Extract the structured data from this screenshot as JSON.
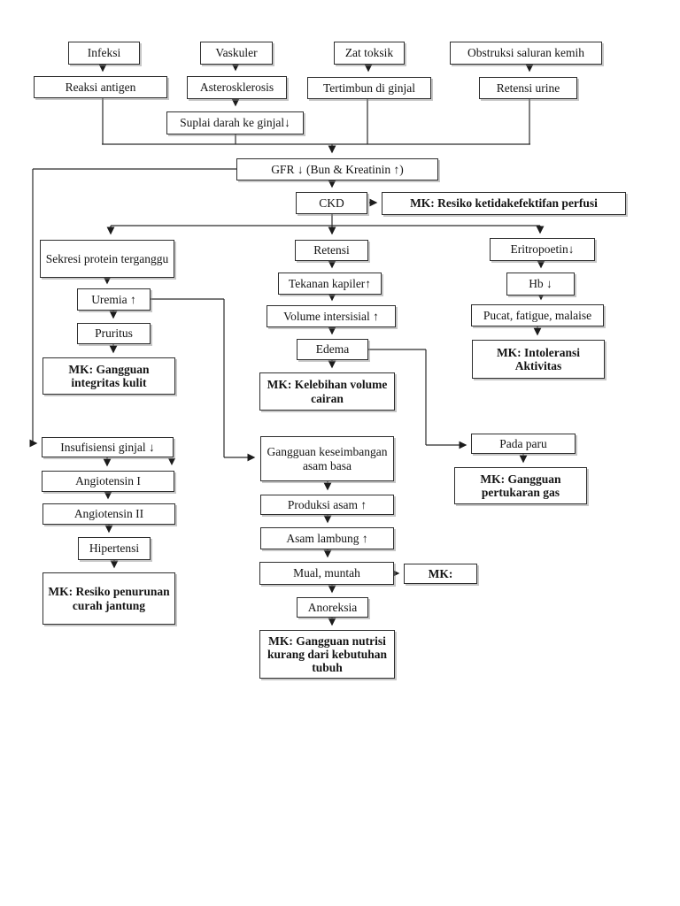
{
  "diagram": {
    "description": "Pathophysiology flowchart of CKD (chronic kidney disease) nursing diagnoses",
    "colors": {
      "line": "#2b2b2b",
      "box_border": "#2e2e2e",
      "text": "#141414",
      "background": "#ffffff"
    },
    "nodes": {
      "infeksi": {
        "label": "Infeksi"
      },
      "vaskuler": {
        "label": "Vaskuler"
      },
      "zat_toksik": {
        "label": "Zat toksik"
      },
      "obstruksi": {
        "label": "Obstruksi saluran kemih"
      },
      "reaksi_antigen": {
        "label": "Reaksi antigen"
      },
      "asterosklerosis": {
        "label": "Asterosklerosis"
      },
      "tertimbun": {
        "label": "Tertimbun di ginjal"
      },
      "retensi_urine": {
        "label": "Retensi urine"
      },
      "suplai": {
        "label": "Suplai darah ke ginjal↓"
      },
      "gfr": {
        "label": "GFR ↓ (Bun & Kreatinin ↑)"
      },
      "ckd": {
        "label": "CKD"
      },
      "mk_perfusi": {
        "label": "MK: Resiko ketidakefektifan perfusi"
      },
      "sekresi": {
        "label": "Sekresi protein terganggu"
      },
      "uremia": {
        "label": "Uremia ↑"
      },
      "pruritus": {
        "label": "Pruritus"
      },
      "mk_kulit": {
        "label": "MK: Gangguan integritas kulit"
      },
      "retensi": {
        "label": "Retensi"
      },
      "tekanan_kapiler": {
        "label": "Tekanan kapiler↑"
      },
      "volume_intersisial": {
        "label": "Volume intersisial ↑"
      },
      "edema": {
        "label": "Edema"
      },
      "mk_cairan": {
        "label": "MK: Kelebihan volume cairan"
      },
      "eritropoetin": {
        "label": "Eritropoetin↓"
      },
      "hb": {
        "label": "Hb ↓"
      },
      "pucat": {
        "label": "Pucat, fatigue, malaise"
      },
      "mk_intoleransi": {
        "label": "MK: Intoleransi Aktivitas"
      },
      "insufisiensi": {
        "label": "Insufisiensi ginjal ↓"
      },
      "angiotensin_i": {
        "label": "Angiotensin I"
      },
      "angiotensin_ii": {
        "label": "Angiotensin II"
      },
      "hipertensi": {
        "label": "Hipertensi"
      },
      "mk_jantung": {
        "label": "MK: Resiko penurunan curah jantung"
      },
      "gangguan_asam": {
        "label": "Gangguan keseimbangan asam basa"
      },
      "produksi_asam": {
        "label": "Produksi asam  ↑"
      },
      "asam_lambung": {
        "label": "Asam lambung  ↑"
      },
      "mual_muntah": {
        "label": "Mual, muntah"
      },
      "mk_blank": {
        "label": "MK:"
      },
      "anoreksia": {
        "label": "Anoreksia"
      },
      "mk_nutrisi": {
        "label": "MK: Gangguan nutrisi kurang dari kebutuhan tubuh"
      },
      "pada_paru": {
        "label": "Pada paru"
      },
      "mk_gas": {
        "label": "MK: Gangguan pertukaran gas"
      }
    }
  }
}
